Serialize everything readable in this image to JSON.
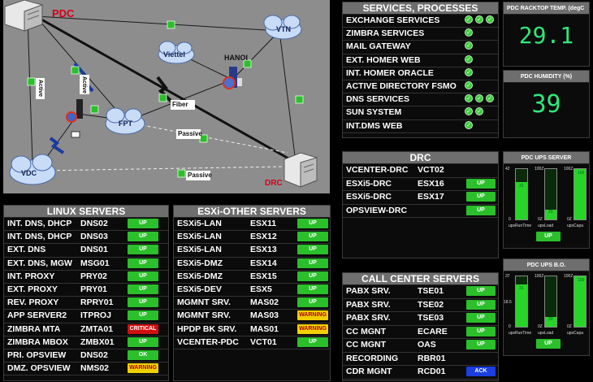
{
  "map": {
    "nodes": {
      "pdc": "PDC",
      "drc": "DRC",
      "vtn": "VTN",
      "viettel": "Viettel",
      "hanoi": "HANOI",
      "fpt": "FPT",
      "vdc": "VDC"
    },
    "links": {
      "active1": "Active",
      "active2": "Active",
      "fiber": "Fiber",
      "passive1": "Passive",
      "passive2": "Passive"
    }
  },
  "services": {
    "title": "SERVICES, PROCESSES",
    "rows": [
      {
        "name": "EXCHANGE SERVICES",
        "checks": 3
      },
      {
        "name": "ZIMBRA SERVICES",
        "checks": 1
      },
      {
        "name": "MAIL GATEWAY",
        "checks": 1
      },
      {
        "name": "EXT. HOMER WEB",
        "checks": 1
      },
      {
        "name": "INT. HOMER ORACLE",
        "checks": 1
      },
      {
        "name": "ACTIVE DIRECTORY FSMO",
        "checks": 1
      },
      {
        "name": "DNS SERVICES",
        "checks": 3
      },
      {
        "name": "SUN SYSTEM",
        "checks": 2
      },
      {
        "name": "INT.DMS WEB",
        "checks": 1
      }
    ]
  },
  "temp": {
    "title": "PDC RACKTOP TEMP. (degC",
    "value": "29.1"
  },
  "humidity": {
    "title": "PDC HUMIDITY (%)",
    "value": "39"
  },
  "linux": {
    "title": "LINUX SERVERS",
    "rows": [
      {
        "role": "INT. DNS, DHCP",
        "host": "DNS02",
        "status": "UP",
        "kind": "up"
      },
      {
        "role": "INT. DNS, DHCP",
        "host": "DNS03",
        "status": "UP",
        "kind": "up"
      },
      {
        "role": "EXT. DNS",
        "host": "DNS01",
        "status": "UP",
        "kind": "up"
      },
      {
        "role": "EXT. DNS, MGW",
        "host": "MSG01",
        "status": "UP",
        "kind": "up"
      },
      {
        "role": "INT. PROXY",
        "host": "PRY02",
        "status": "UP",
        "kind": "up"
      },
      {
        "role": "EXT. PROXY",
        "host": "PRY01",
        "status": "UP",
        "kind": "up"
      },
      {
        "role": "REV. PROXY",
        "host": "RPRY01",
        "status": "UP",
        "kind": "up"
      },
      {
        "role": "APP SERVER2",
        "host": "ITPROJ",
        "status": "UP",
        "kind": "up"
      },
      {
        "role": "ZIMBRA MTA",
        "host": "ZMTA01",
        "status": "CRITICAL",
        "kind": "crit"
      },
      {
        "role": "ZIMBRA MBOX",
        "host": "ZMBX01",
        "status": "UP",
        "kind": "up"
      },
      {
        "role": "PRI. OPSVIEW",
        "host": "DNS02",
        "status": "OK",
        "kind": "ok"
      },
      {
        "role": "DMZ. OPSVIEW",
        "host": "NMS02",
        "status": "WARNING",
        "kind": "warn"
      }
    ]
  },
  "esxi": {
    "title": "ESXi-OTHER SERVERS",
    "rows": [
      {
        "role": "ESXi5-LAN",
        "host": "ESX11",
        "status": "UP",
        "kind": "up"
      },
      {
        "role": "ESXi5-LAN",
        "host": "ESX12",
        "status": "UP",
        "kind": "up"
      },
      {
        "role": "ESXi5-LAN",
        "host": "ESX13",
        "status": "UP",
        "kind": "up"
      },
      {
        "role": "ESXi5-DMZ",
        "host": "ESX14",
        "status": "UP",
        "kind": "up"
      },
      {
        "role": "ESXi5-DMZ",
        "host": "ESX15",
        "status": "UP",
        "kind": "up"
      },
      {
        "role": "ESXi5-DEV",
        "host": "ESX5",
        "status": "UP",
        "kind": "up"
      },
      {
        "role": "MGMNT SRV.",
        "host": "MAS02",
        "status": "UP",
        "kind": "up"
      },
      {
        "role": "MGMNT SRV.",
        "host": "MAS03",
        "status": "WARNING",
        "kind": "warn"
      },
      {
        "role": "HPDP BK SRV.",
        "host": "MAS01",
        "status": "WARNING",
        "kind": "warn"
      },
      {
        "role": "VCENTER-PDC",
        "host": "VCT01",
        "status": "UP",
        "kind": "up"
      }
    ]
  },
  "drc": {
    "title": "DRC",
    "rows": [
      {
        "role": "VCENTER-DRC",
        "host": "VCT02",
        "status": "",
        "kind": ""
      },
      {
        "role": "ESXi5-DRC",
        "host": "ESX16",
        "status": "UP",
        "kind": "up"
      },
      {
        "role": "ESXi5-DRC",
        "host": "ESX17",
        "status": "UP",
        "kind": "up"
      },
      {
        "role": "OPSVIEW-DRC",
        "host": "",
        "status": "UP",
        "kind": "up"
      }
    ]
  },
  "callcenter": {
    "title": "CALL CENTER SERVERS",
    "rows": [
      {
        "role": "PABX SRV.",
        "host": "TSE01",
        "status": "UP",
        "kind": "up"
      },
      {
        "role": "PABX SRV.",
        "host": "TSE02",
        "status": "UP",
        "kind": "up"
      },
      {
        "role": "PABX SRV.",
        "host": "TSE03",
        "status": "UP",
        "kind": "up"
      },
      {
        "role": "CC MGNT",
        "host": "ECARE",
        "status": "UP",
        "kind": "up"
      },
      {
        "role": "CC MGNT",
        "host": "OAS",
        "status": "UP",
        "kind": "up"
      },
      {
        "role": "RECORDING",
        "host": "RBR01",
        "status": "",
        "kind": ""
      },
      {
        "role": "CDR MGNT",
        "host": "RCD01",
        "status": "ACK",
        "kind": "ack"
      }
    ]
  },
  "ups_server": {
    "title": "PDC UPS SERVER",
    "status": "UP",
    "labels": {
      "runtime": "upsRunTime",
      "load": "upsLoad",
      "capacity": "upsCapa",
      "max1": "42",
      "min1": "0",
      "max2": "100Z",
      "min2": "0Z",
      "max3": "100Z",
      "min3": "0Z",
      "v1": "31",
      "v2": "20",
      "v3": "100"
    },
    "levels": {
      "runtime": 0.74,
      "load": 0.2,
      "capacity": 1.0
    }
  },
  "ups_bo": {
    "title": "PDC UPS B.O.",
    "status": "UP",
    "labels": {
      "runtime": "upsRunTime",
      "load": "upsLoad",
      "capacity": "upsCapa",
      "max1": "37",
      "mid1": "18.5",
      "min1": "0",
      "max2": "100Z",
      "min2": "0Z",
      "max3": "100Z",
      "min3": "0Z",
      "v1": "31",
      "v2": "20",
      "v3": "100"
    },
    "levels": {
      "runtime": 0.84,
      "load": 0.2,
      "capacity": 1.0
    }
  },
  "colors": {
    "up": "#2bbf2b",
    "warn": "#f0d000",
    "crit": "#d01010",
    "ack": "#1a3ee0",
    "digits": "#2fe87a"
  }
}
